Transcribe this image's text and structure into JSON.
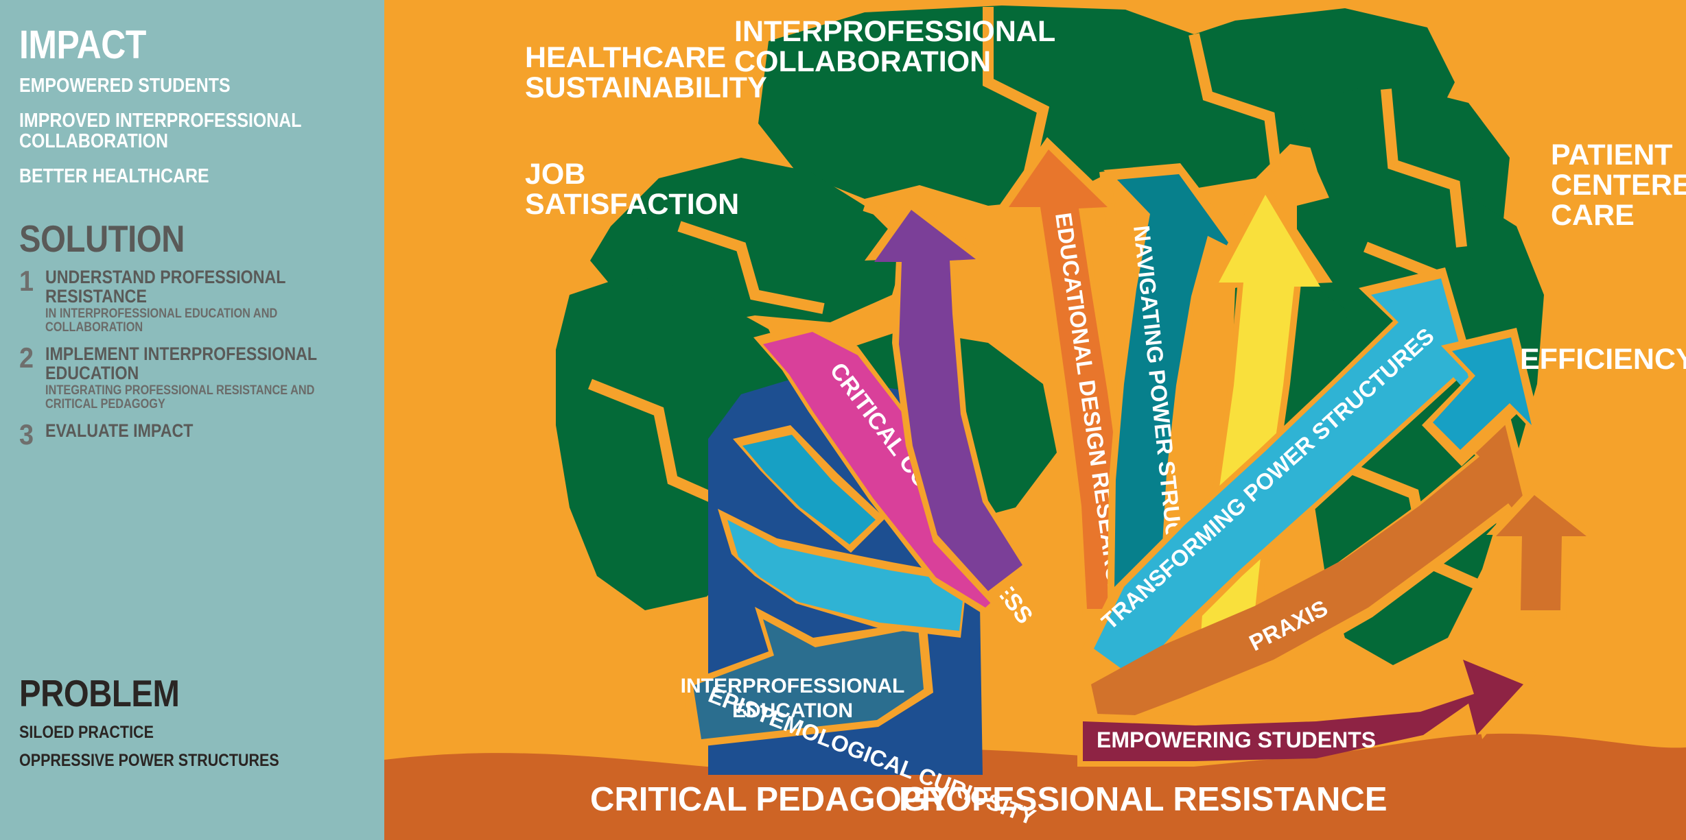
{
  "palette": {
    "panel_bg": "#8cbcbc",
    "canvas_bg": "#f5a22b",
    "canopy_green": "#046a38",
    "ground_brown": "#ce6425",
    "trunk_blue": "#1d4f91",
    "white": "#ffffff",
    "heading_grey": "#5a5a58",
    "heading_dark": "#2a2523",
    "arrow_orange_dark": "#e8762c",
    "arrow_purple": "#7b3f98",
    "arrow_magenta": "#d9409a",
    "arrow_cyan": "#17a0c4",
    "arrow_teal_dark": "#07808c",
    "arrow_yellow": "#f9e03c",
    "arrow_lightblue": "#2fb3d4",
    "arrow_steelblue": "#2b6e8f",
    "arrow_rust": "#d2722b",
    "arrow_maroon": "#8e2344",
    "outline_orange": "#f5a22b"
  },
  "left_panel": {
    "impact": {
      "heading": "IMPACT",
      "items": [
        "EMPOWERED STUDENTS",
        "IMPROVED INTERPROFESSIONAL\nCOLLABORATION",
        "BETTER HEALTHCARE"
      ]
    },
    "solution": {
      "heading": "SOLUTION",
      "steps": [
        {
          "number": "1",
          "title": "UNDERSTAND PROFESSIONAL RESISTANCE",
          "subtitle": "IN INTERPROFESSIONAL EDUCATION AND COLLABORATION"
        },
        {
          "number": "2",
          "title": "IMPLEMENT INTERPROFESSIONAL EDUCATION",
          "subtitle": "INTEGRATING PROFESSIONAL RESISTANCE AND CRITICAL PEDAGOGY"
        },
        {
          "number": "3",
          "title": "EVALUATE IMPACT",
          "subtitle": ""
        }
      ]
    },
    "problem": {
      "heading": "PROBLEM",
      "items": [
        "SILOED PRACTICE",
        "OPPRESSIVE POWER STRUCTURES"
      ]
    }
  },
  "diagram": {
    "canopy_labels": [
      {
        "id": "healthcare-sustainability",
        "lines": [
          "HEALTHCARE",
          "SUSTAINABILITY"
        ]
      },
      {
        "id": "interprofessional-collaboration",
        "lines": [
          "INTERPROFESSIONAL",
          "COLLABORATION"
        ]
      },
      {
        "id": "job-satisfaction",
        "lines": [
          "JOB",
          "SATISFACTION"
        ]
      },
      {
        "id": "patient-centered-care",
        "lines": [
          "PATIENT",
          "CENTERED",
          "CARE"
        ]
      },
      {
        "id": "efficiency",
        "lines": [
          "EFFICIENCY"
        ]
      }
    ],
    "branch_labels": [
      {
        "id": "critical-consciousness",
        "text": "CRITICAL CONSCIOUSNESS",
        "color": "#d9409a"
      },
      {
        "id": "educational-design-research",
        "text": "EDUCATIONAL DESIGN RESEARCH",
        "color": "#e8762c"
      },
      {
        "id": "navigating-power-structures",
        "text": "NAVIGATING  POWER STRUCTURES",
        "color": "#07808c"
      },
      {
        "id": "transforming-power-structures",
        "text": "TRANSFORMING POWER STRUCTURES",
        "color": "#2fb3d4"
      },
      {
        "id": "praxis",
        "text": "PRAXIS",
        "color": "#d2722b"
      },
      {
        "id": "empowering-students",
        "text": "EMPOWERING STUDENTS",
        "color": "#8e2344"
      },
      {
        "id": "epistemological-curiosity",
        "text": "EPISTEMOLOGICAL CURIOSITY",
        "color": "#2b6e8f"
      }
    ],
    "trunk": {
      "lines": [
        "INTERPROFESSIONAL",
        "EDUCATION"
      ]
    },
    "ground": {
      "left": "CRITICAL PEDAGOGY",
      "right": "PROFESSIONAL RESISTANCE"
    }
  }
}
